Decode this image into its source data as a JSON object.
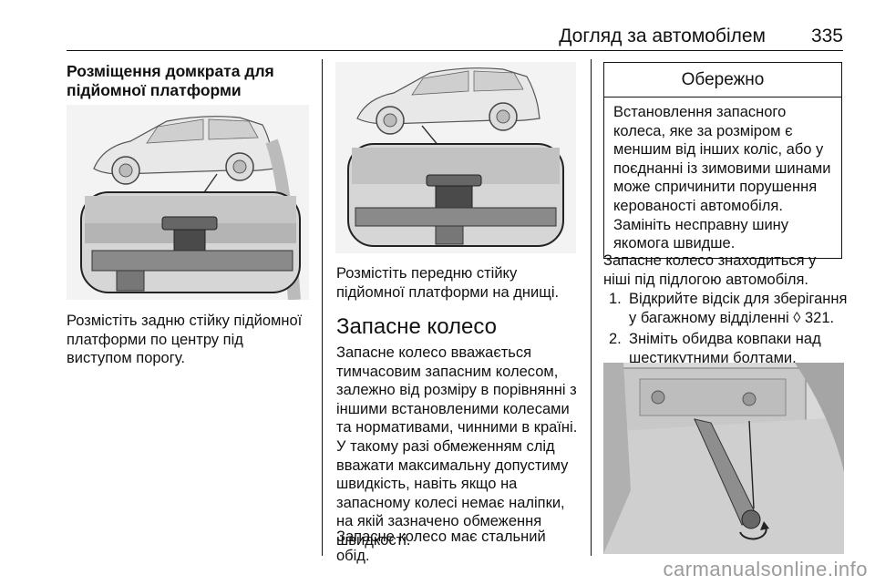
{
  "header": {
    "title": "Догляд за автомобілем",
    "page": "335"
  },
  "col1": {
    "subtitle": "Розміщення домкрата для підйомної платформи",
    "caption": "Розмістіть задню стійку підйомної платформи по центру під виступом порогу."
  },
  "col2": {
    "caption": "Розмістіть передню стійку підйомної платформи на днищі.",
    "heading": "Запасне колесо",
    "para1": "Запасне колесо вважається тимчасовим запасним колесом, залежно від розміру в порівнянні з іншими встановленими колесами та нормативами, чинними в країні. У такому разі обмеженням слід вважати максимальну допустиму швидкість, навіть якщо на запасному колесі немає наліпки, на якій зазначено обмеження швидкості.",
    "para2": "Запасне колесо має стальний обід."
  },
  "col3": {
    "warning_title": "Обережно",
    "warning_text": "Встановлення запасного колеса, яке за розміром є меншим від інших коліс, або у поєднанні із зимовими шинами може спричинити порушення керованості автомобіля. Замініть несправну шину якомога швидше.",
    "intro": "Запасне колесо знаходиться у ніші під підлогою автомобіля.",
    "steps": [
      {
        "num": "1.",
        "text": "Відкрийте відсік для зберігання у багажному відділенні ◊ 321."
      },
      {
        "num": "2.",
        "text": "Зніміть обидва ковпаки над шестикутними болтами."
      }
    ]
  },
  "watermark": "carmanualsonline.info"
}
